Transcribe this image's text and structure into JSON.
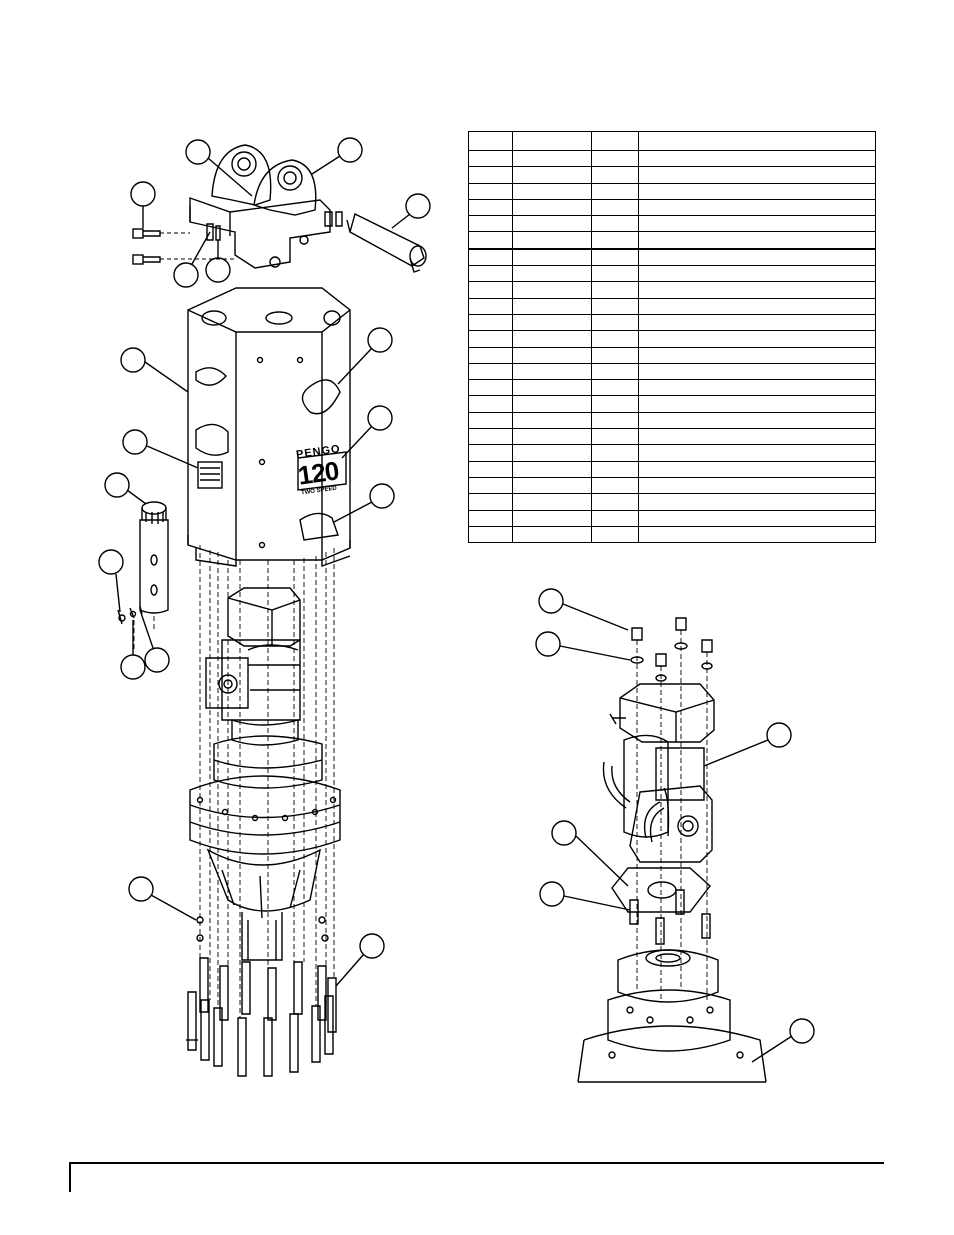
{
  "logo": {
    "brand": "PENGO",
    "model": "120",
    "model_sub": "TWO SPEED"
  },
  "parts_table": {
    "rows": 25
  }
}
